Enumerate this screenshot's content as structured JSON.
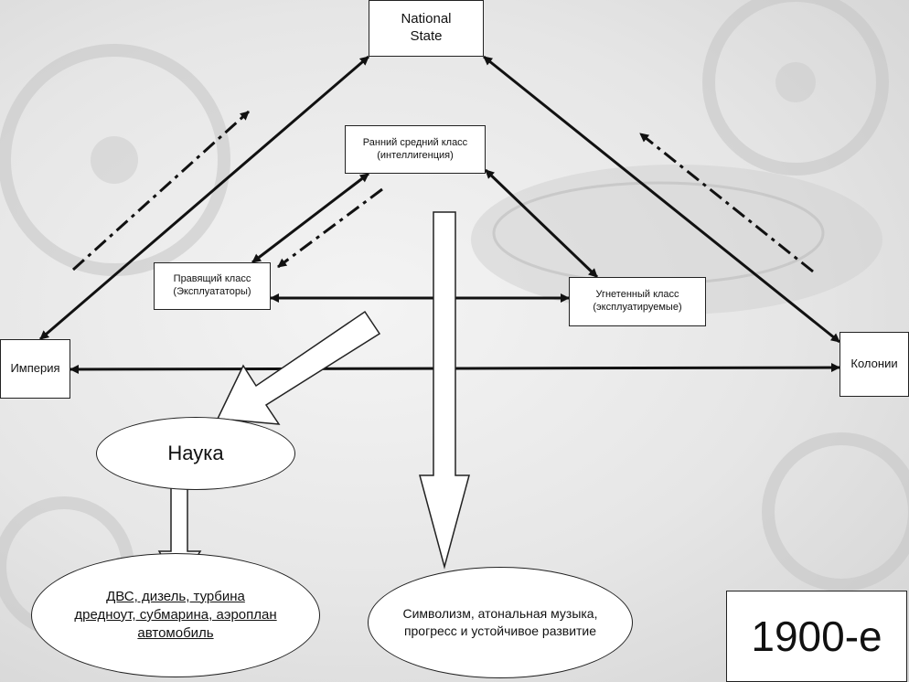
{
  "nodes": {
    "national_state": [
      "National",
      "State"
    ],
    "middle_class": [
      "Ранний средний класс",
      "(интеллигенция)"
    ],
    "ruling_class": [
      "Правящий класс",
      "(Эксплуататоры)"
    ],
    "oppressed_class": [
      "Угнетенный класс",
      "(эксплуатируемые)"
    ],
    "empire": "Империя",
    "colonies": "Колонии"
  },
  "science": "Наука",
  "technologies": [
    "ДВС, дизель, турбина",
    "дредноут, субмарина, аэроплан",
    "автомобиль"
  ],
  "culture": [
    "Символизм, атональная музыка,",
    "прогресс и устойчивое развитие"
  ],
  "period": "1900-е"
}
